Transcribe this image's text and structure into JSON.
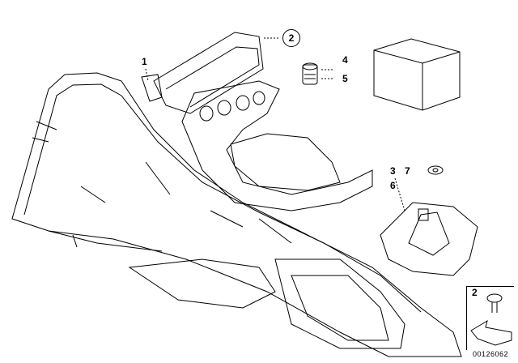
{
  "diagram": {
    "part_labels": {
      "p1": "1",
      "p2_circled": "2",
      "p4": "4",
      "p5": "5",
      "p3": "3",
      "p7": "7",
      "p6": "6",
      "inset_2": "2"
    },
    "reference_number": "00126062"
  },
  "colors": {
    "line": "#000000",
    "background": "#ffffff"
  }
}
